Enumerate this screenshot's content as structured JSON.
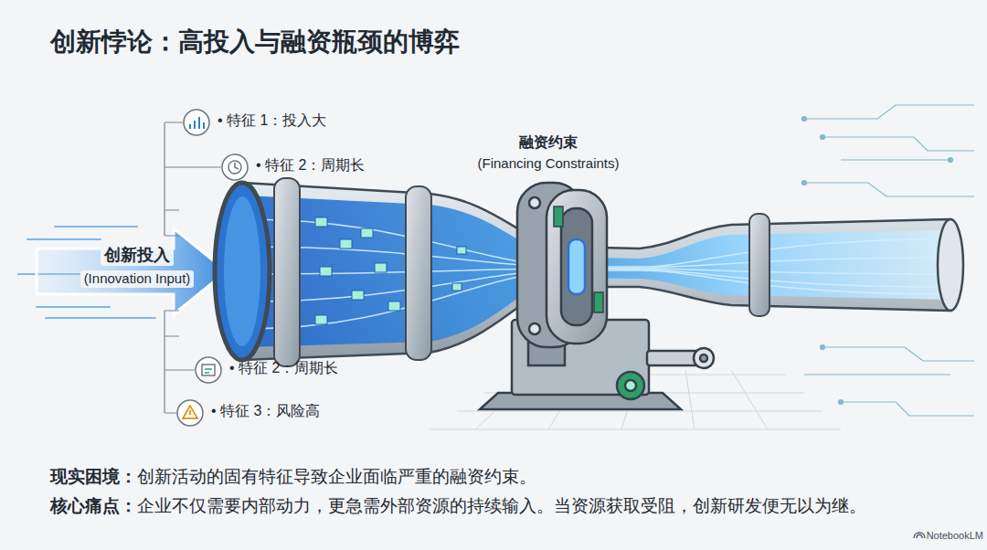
{
  "diagram": {
    "title": "创新悖论：高投入与融资瓶颈的博弈",
    "labels": [
      "• 特征 1：投入大",
      "• 特征 2：周期长",
      "融资约束",
      "(Financing Constraints)",
      "创新投入",
      "(Innovation Input)",
      "• 特征 2：周期长",
      "• 特征 3：风险高",
      "现实困境：",
      "创新活动的固有特征导致企业面临严重的融资约束。",
      "核心痛点：",
      "企业不仅需要内部动力，更急需外部资源的持续输入。当资源获取受阻，创新研发便无以为继。",
      "NotebookLM"
    ]
  }
}
